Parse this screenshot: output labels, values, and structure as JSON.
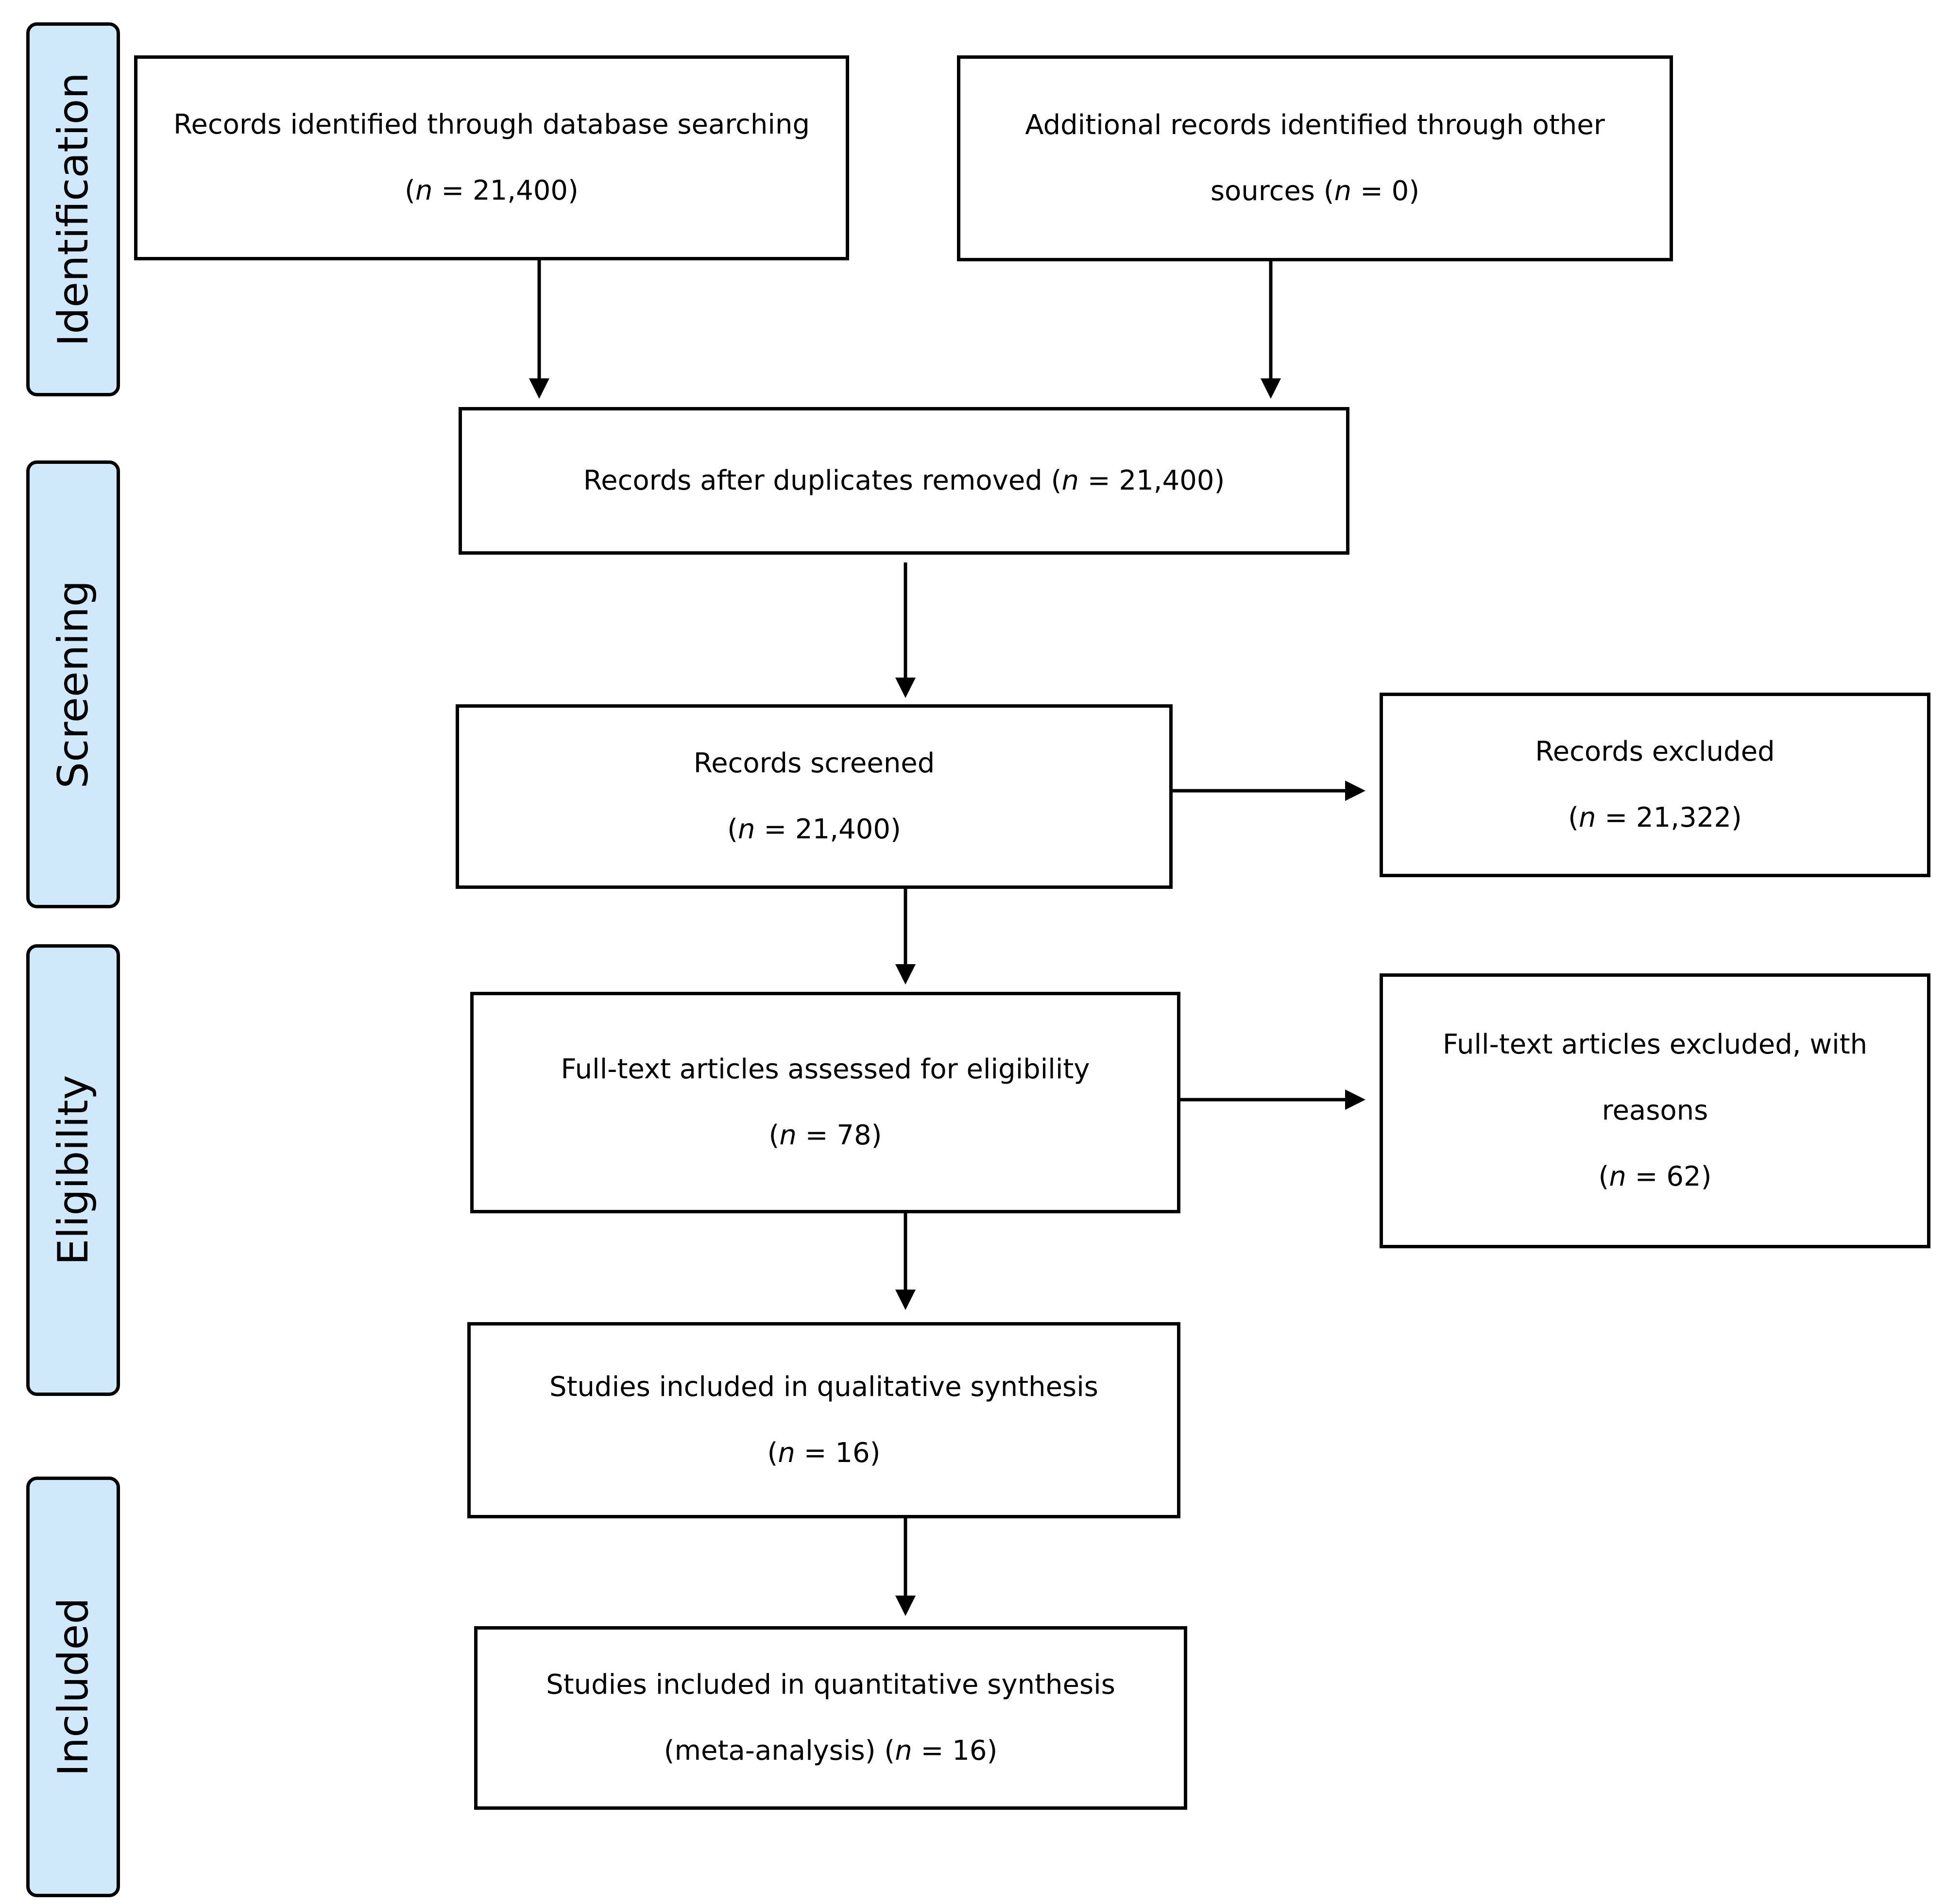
{
  "phases": [
    {
      "id": "identification",
      "label": "Identification"
    },
    {
      "id": "screening",
      "label": "Screening"
    },
    {
      "id": "eligibility",
      "label": "Eligibility"
    },
    {
      "id": "included",
      "label": "Included"
    }
  ],
  "boxes": {
    "database": {
      "line1": "Records identified through database searching",
      "line2_prefix": "(",
      "n_symbol": "n",
      "line2_suffix": " = 21,400)"
    },
    "other_sources": {
      "line1": "Additional records identified through other",
      "line2_prefix": "sources (",
      "n_symbol": "n",
      "line2_suffix": " = 0)"
    },
    "after_duplicates": {
      "line1_prefix": "Records after duplicates removed (",
      "n_symbol": "n",
      "line1_suffix": " = 21,400)"
    },
    "screened": {
      "line1": "Records screened",
      "line2_prefix": "(",
      "n_symbol": "n",
      "line2_suffix": " = 21,400)"
    },
    "excluded": {
      "line1": "Records excluded",
      "line2_prefix": "(",
      "n_symbol": "n",
      "line2_suffix": " = 21,322)"
    },
    "fulltext": {
      "line1": "Full-text articles assessed for eligibility",
      "line2_prefix": "(",
      "n_symbol": "n",
      "line2_suffix": " = 78)"
    },
    "fulltext_excluded": {
      "line1": "Full-text articles excluded, with",
      "line2": "reasons",
      "line3_prefix": "(",
      "n_symbol": "n",
      "line3_suffix": " = 62)"
    },
    "qualitative": {
      "line1": "Studies included in qualitative synthesis",
      "line2_prefix": "(",
      "n_symbol": "n",
      "line2_suffix": " = 16)"
    },
    "quantitative": {
      "line1": "Studies included in quantitative synthesis",
      "line2_prefix": "(meta-analysis) (",
      "n_symbol": "n",
      "line2_suffix": " = 16)"
    }
  }
}
